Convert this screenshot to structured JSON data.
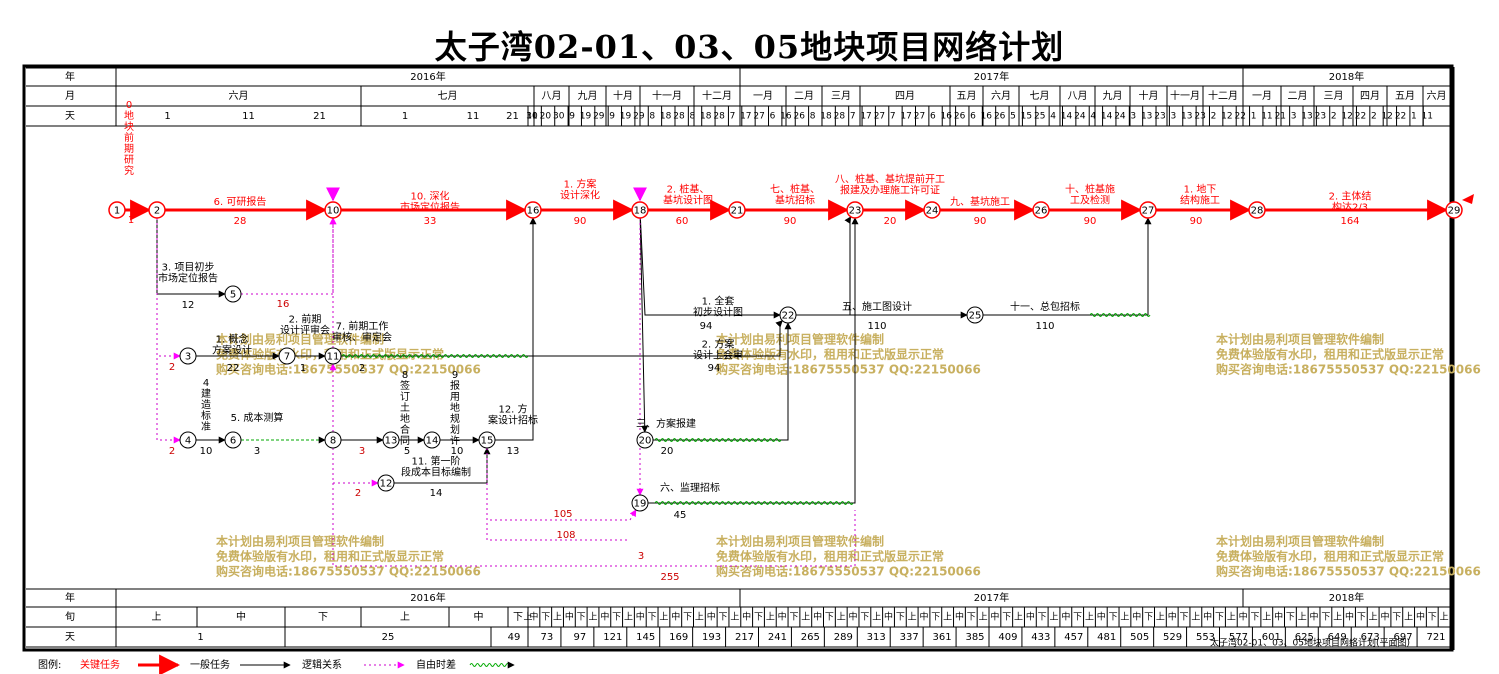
{
  "title": "太子湾02-01、03、05地块项目网络计划",
  "colors": {
    "critical": "#ff0000",
    "normal": "#000000",
    "float": "#cc00cc",
    "freeTime": "#00aa00",
    "watermark": "#c8b060"
  },
  "header": {
    "rows": [
      "年",
      "月",
      "天"
    ],
    "years": [
      "2016年",
      "2017年",
      "2018年"
    ],
    "months": [
      "六月",
      "七月",
      "八月",
      "九月",
      "十月",
      "十一月",
      "十二月",
      "一月",
      "二月",
      "三月",
      "四月",
      "五月",
      "六月",
      "七月",
      "八月",
      "九月",
      "十月",
      "十一月",
      "十二月",
      "一月",
      "二月",
      "三月",
      "四月",
      "五月",
      "六月"
    ],
    "days": [
      "1",
      "11",
      "21",
      "1",
      "11",
      "21",
      "31",
      "10",
      "20",
      "30",
      "9",
      "19",
      "29",
      "9",
      "19",
      "29",
      "8",
      "18",
      "28",
      "8",
      "18",
      "28",
      "7",
      "17",
      "27",
      "6",
      "16",
      "26",
      "8",
      "18",
      "28",
      "7",
      "17",
      "27",
      "7",
      "17",
      "27",
      "6",
      "16",
      "26",
      "6",
      "16",
      "26",
      "5",
      "15",
      "25",
      "4",
      "14",
      "24",
      "4",
      "14",
      "24",
      "3",
      "13",
      "23",
      "3",
      "13",
      "23",
      "2",
      "12",
      "22",
      "1",
      "11",
      "21",
      "3",
      "13",
      "23",
      "2",
      "12",
      "22",
      "2",
      "12",
      "22",
      "1",
      "11"
    ]
  },
  "footer": {
    "rows": [
      "年",
      "旬",
      "天"
    ],
    "years": [
      "2016年",
      "2017年",
      "2018年"
    ],
    "xun": [
      "上",
      "中",
      "下"
    ],
    "days": [
      "1",
      "25",
      "49",
      "73",
      "97",
      "121",
      "145",
      "169",
      "193",
      "217",
      "241",
      "265",
      "289",
      "313",
      "337",
      "361",
      "385",
      "409",
      "433",
      "457",
      "481",
      "505",
      "529",
      "553",
      "577",
      "601",
      "625",
      "649",
      "673",
      "697",
      "721"
    ],
    "caption": "太子湾02-01、03、05地块项目网络计划(平面图)"
  },
  "nodes": [
    "1",
    "2",
    "3",
    "4",
    "5",
    "6",
    "7",
    "8",
    "10",
    "11",
    "12",
    "13",
    "14",
    "15",
    "16",
    "18",
    "19",
    "20",
    "21",
    "22",
    "23",
    "24",
    "25",
    "26",
    "27",
    "28",
    "29"
  ],
  "tasks": [
    {
      "name": "0.地块前期研究",
      "dur": "1"
    },
    {
      "name": "6. 可研报告",
      "dur": "28"
    },
    {
      "name": "10. 深化市场定位报告",
      "dur": "33"
    },
    {
      "name": "1. 方案设计深化",
      "dur": "90"
    },
    {
      "name": "2. 桩基、基坑设计图",
      "dur": "60"
    },
    {
      "name": "七、桩基、基坑招标",
      "dur": "90"
    },
    {
      "name": "八、桩基、基坑提前开工报建及办理施工许可证",
      "dur": "20"
    },
    {
      "name": "九、基坑施工",
      "dur": "90"
    },
    {
      "name": "十、桩基施工及检测",
      "dur": "90"
    },
    {
      "name": "1. 地下结构施工",
      "dur": "90"
    },
    {
      "name": "2. 主体结构达2/3",
      "dur": "164"
    },
    {
      "name": "3. 项目初步市场定位报告",
      "dur": "12"
    },
    {
      "name": "1. 概念方案设计",
      "dur": "22"
    },
    {
      "name": "2. 前期设计评审会",
      "dur": "1"
    },
    {
      "name": "7. 前期工作审核、审定会",
      "dur": "2"
    },
    {
      "name": "4. 建造标准",
      "dur": "10"
    },
    {
      "name": "5. 成本测算",
      "dur": "3"
    },
    {
      "name": "8. 签订土地合同",
      "dur": "5"
    },
    {
      "name": "9. 报用地规划许可证",
      "dur": "10"
    },
    {
      "name": "12. 方案设计招标",
      "dur": "13"
    },
    {
      "name": "11. 第一阶段成本目标编制",
      "dur": "14"
    },
    {
      "name": "1. 全套初步设计图",
      "dur": "94"
    },
    {
      "name": "2. 方案设计上会审",
      "dur": "94"
    },
    {
      "name": "五、施工图设计",
      "dur": "110"
    },
    {
      "name": "十一、总包招标",
      "dur": "110"
    },
    {
      "name": "三、方案报建",
      "dur": "20"
    },
    {
      "name": "六、监理招标",
      "dur": "45"
    }
  ],
  "floats": [
    "16",
    "2",
    "2",
    "3",
    "2",
    "105",
    "108",
    "3",
    "255"
  ],
  "watermark": [
    "本计划由易利项目管理软件编制",
    "免费体验版有水印，租用和正式版显示正常",
    "购买咨询电话:18675550537 QQ:22150066"
  ],
  "legend": {
    "title": "图例:",
    "items": [
      "关键任务",
      "一般任务",
      "逻辑关系",
      "自由时差"
    ]
  }
}
